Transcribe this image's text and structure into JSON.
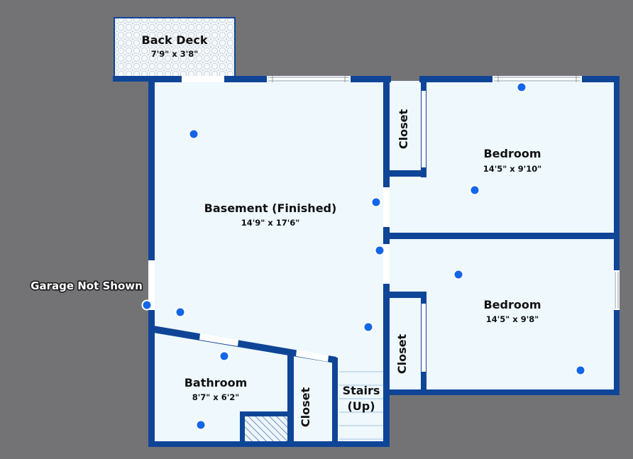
{
  "colors": {
    "background": "#737376",
    "floor": "#eef8fd",
    "wall": "#0f4597",
    "marker": "#1466e8",
    "marker_ring": "#ffffff"
  },
  "rooms": {
    "back_deck": {
      "name": "Back Deck",
      "dimensions": "7'9\" x 3'8\""
    },
    "basement": {
      "name": "Basement (Finished)",
      "dimensions": "14'9\" x 17'6\""
    },
    "bedroom_1": {
      "name": "Bedroom",
      "dimensions": "14'5\" x 9'10\""
    },
    "bedroom_2": {
      "name": "Bedroom",
      "dimensions": "14'5\" x 9'8\""
    },
    "bathroom": {
      "name": "Bathroom",
      "dimensions": "8'7\" x 6'2\""
    },
    "closet_top": {
      "name": "Closet"
    },
    "closet_mid": {
      "name": "Closet"
    },
    "closet_bath": {
      "name": "Closet"
    },
    "stairs": {
      "name_line1": "Stairs",
      "name_line2": "(Up)"
    }
  },
  "labels": {
    "garage": "Garage Not Shown"
  },
  "icons": {
    "camera_marker": "photo-point-icon",
    "deck_pattern": "tile-pattern",
    "tub_hatch": "diagonal-hatch"
  }
}
